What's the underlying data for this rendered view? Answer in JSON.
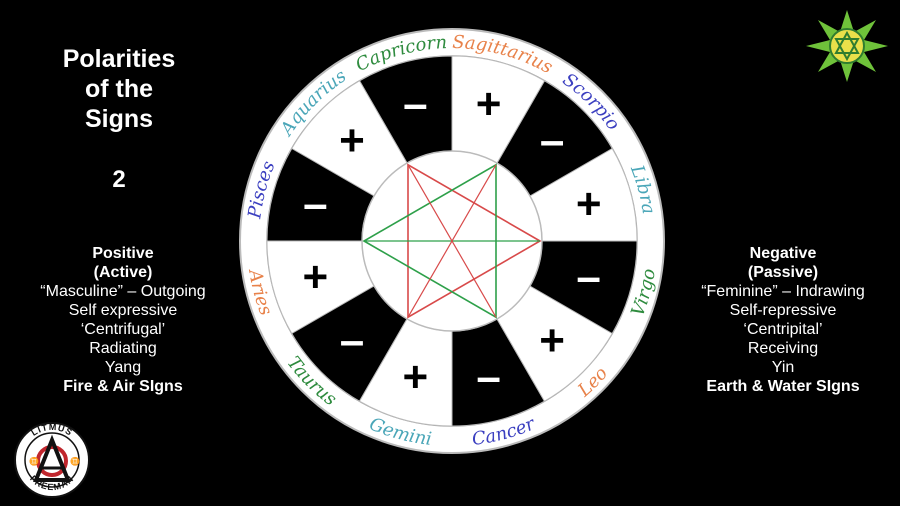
{
  "title": "Polarities of the Signs",
  "title_lines": [
    "Polarities",
    "of the",
    "Signs"
  ],
  "slide_number": "2",
  "positive": {
    "heading1": "Positive",
    "heading2": "(Active)",
    "lines": [
      "“Masculine” – Outgoing",
      "Self expressive",
      "‘Centrifugal’",
      "Radiating",
      "Yang"
    ],
    "footer": "Fire & Air SIgns"
  },
  "negative": {
    "heading1": "Negative",
    "heading2": "(Passive)",
    "lines": [
      "“Feminine” – Indrawing",
      "Self-repressive",
      "‘Centripital’",
      "Receiving",
      "Yin"
    ],
    "footer": "Earth & Water SIgns"
  },
  "wheel": {
    "segments": [
      {
        "sign": "Aries",
        "symbol": "+",
        "color": "#e8824a"
      },
      {
        "sign": "Taurus",
        "symbol": "-",
        "color": "#2e8b3e"
      },
      {
        "sign": "Gemini",
        "symbol": "+",
        "color": "#4aa6b8"
      },
      {
        "sign": "Cancer",
        "symbol": "-",
        "color": "#3b3fc0"
      },
      {
        "sign": "Leo",
        "symbol": "+",
        "color": "#e8824a"
      },
      {
        "sign": "Virgo",
        "symbol": "-",
        "color": "#2e8b3e"
      },
      {
        "sign": "Libra",
        "symbol": "+",
        "color": "#4aa6b8"
      },
      {
        "sign": "Scorpio",
        "symbol": "-",
        "color": "#3b3fc0"
      },
      {
        "sign": "Sagittarius",
        "symbol": "+",
        "color": "#e8824a"
      },
      {
        "sign": "Capricorn",
        "symbol": "-",
        "color": "#2e8b3e"
      },
      {
        "sign": "Aquarius",
        "symbol": "+",
        "color": "#4aa6b8"
      },
      {
        "sign": "Pisces",
        "symbol": "-",
        "color": "#3b3fc0"
      }
    ],
    "hexagram_colors": {
      "triangle_a": "#d84a4a",
      "triangle_b": "#2ea04a"
    }
  },
  "logos": {
    "top_right": "green-star-emblem",
    "bottom_left": {
      "text_top": "LITMUS",
      "text_bottom": "FREEMAN"
    }
  }
}
